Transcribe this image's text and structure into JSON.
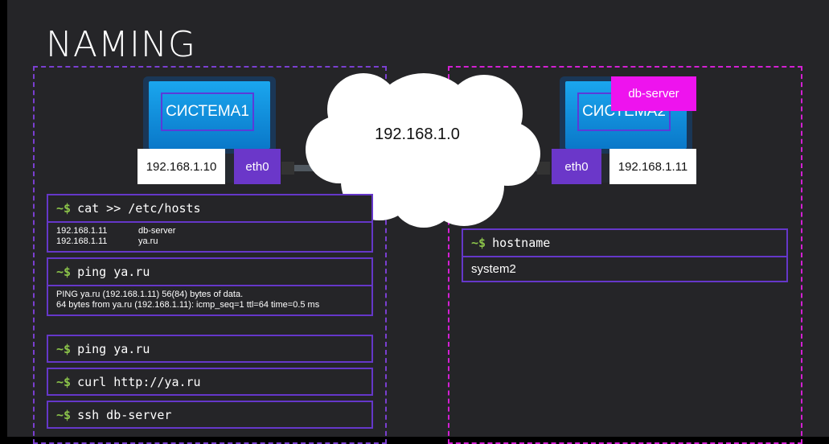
{
  "title": "NAMING",
  "network": {
    "subnet": "192.168.1.0"
  },
  "system1": {
    "label": "СИСТЕМА1",
    "ip": "192.168.1.10",
    "iface": "eth0"
  },
  "system2": {
    "label": "СИСТЕМА2",
    "ip": "192.168.1.11",
    "iface": "eth0",
    "hostname_tag": "db-server"
  },
  "prompt": "~$",
  "left_panels": {
    "hosts": {
      "command": "cat  >>  /etc/hosts",
      "entries": [
        {
          "ip": "192.168.1.11",
          "name": "db-server"
        },
        {
          "ip": "192.168.1.11",
          "name": "ya.ru"
        }
      ]
    },
    "ping": {
      "command": "ping  ya.ru",
      "output_line1": "PING ya.ru (192.168.1.11) 56(84) bytes of data.",
      "output_line2": "64 bytes from ya.ru (192.168.1.11): icmp_seq=1 ttl=64 time=0.5 ms"
    },
    "cmd_ping": "ping  ya.ru",
    "cmd_curl": "curl  http://ya.ru",
    "cmd_ssh": "ssh  db-server"
  },
  "right_panel": {
    "command": "hostname",
    "output": "system2"
  }
}
